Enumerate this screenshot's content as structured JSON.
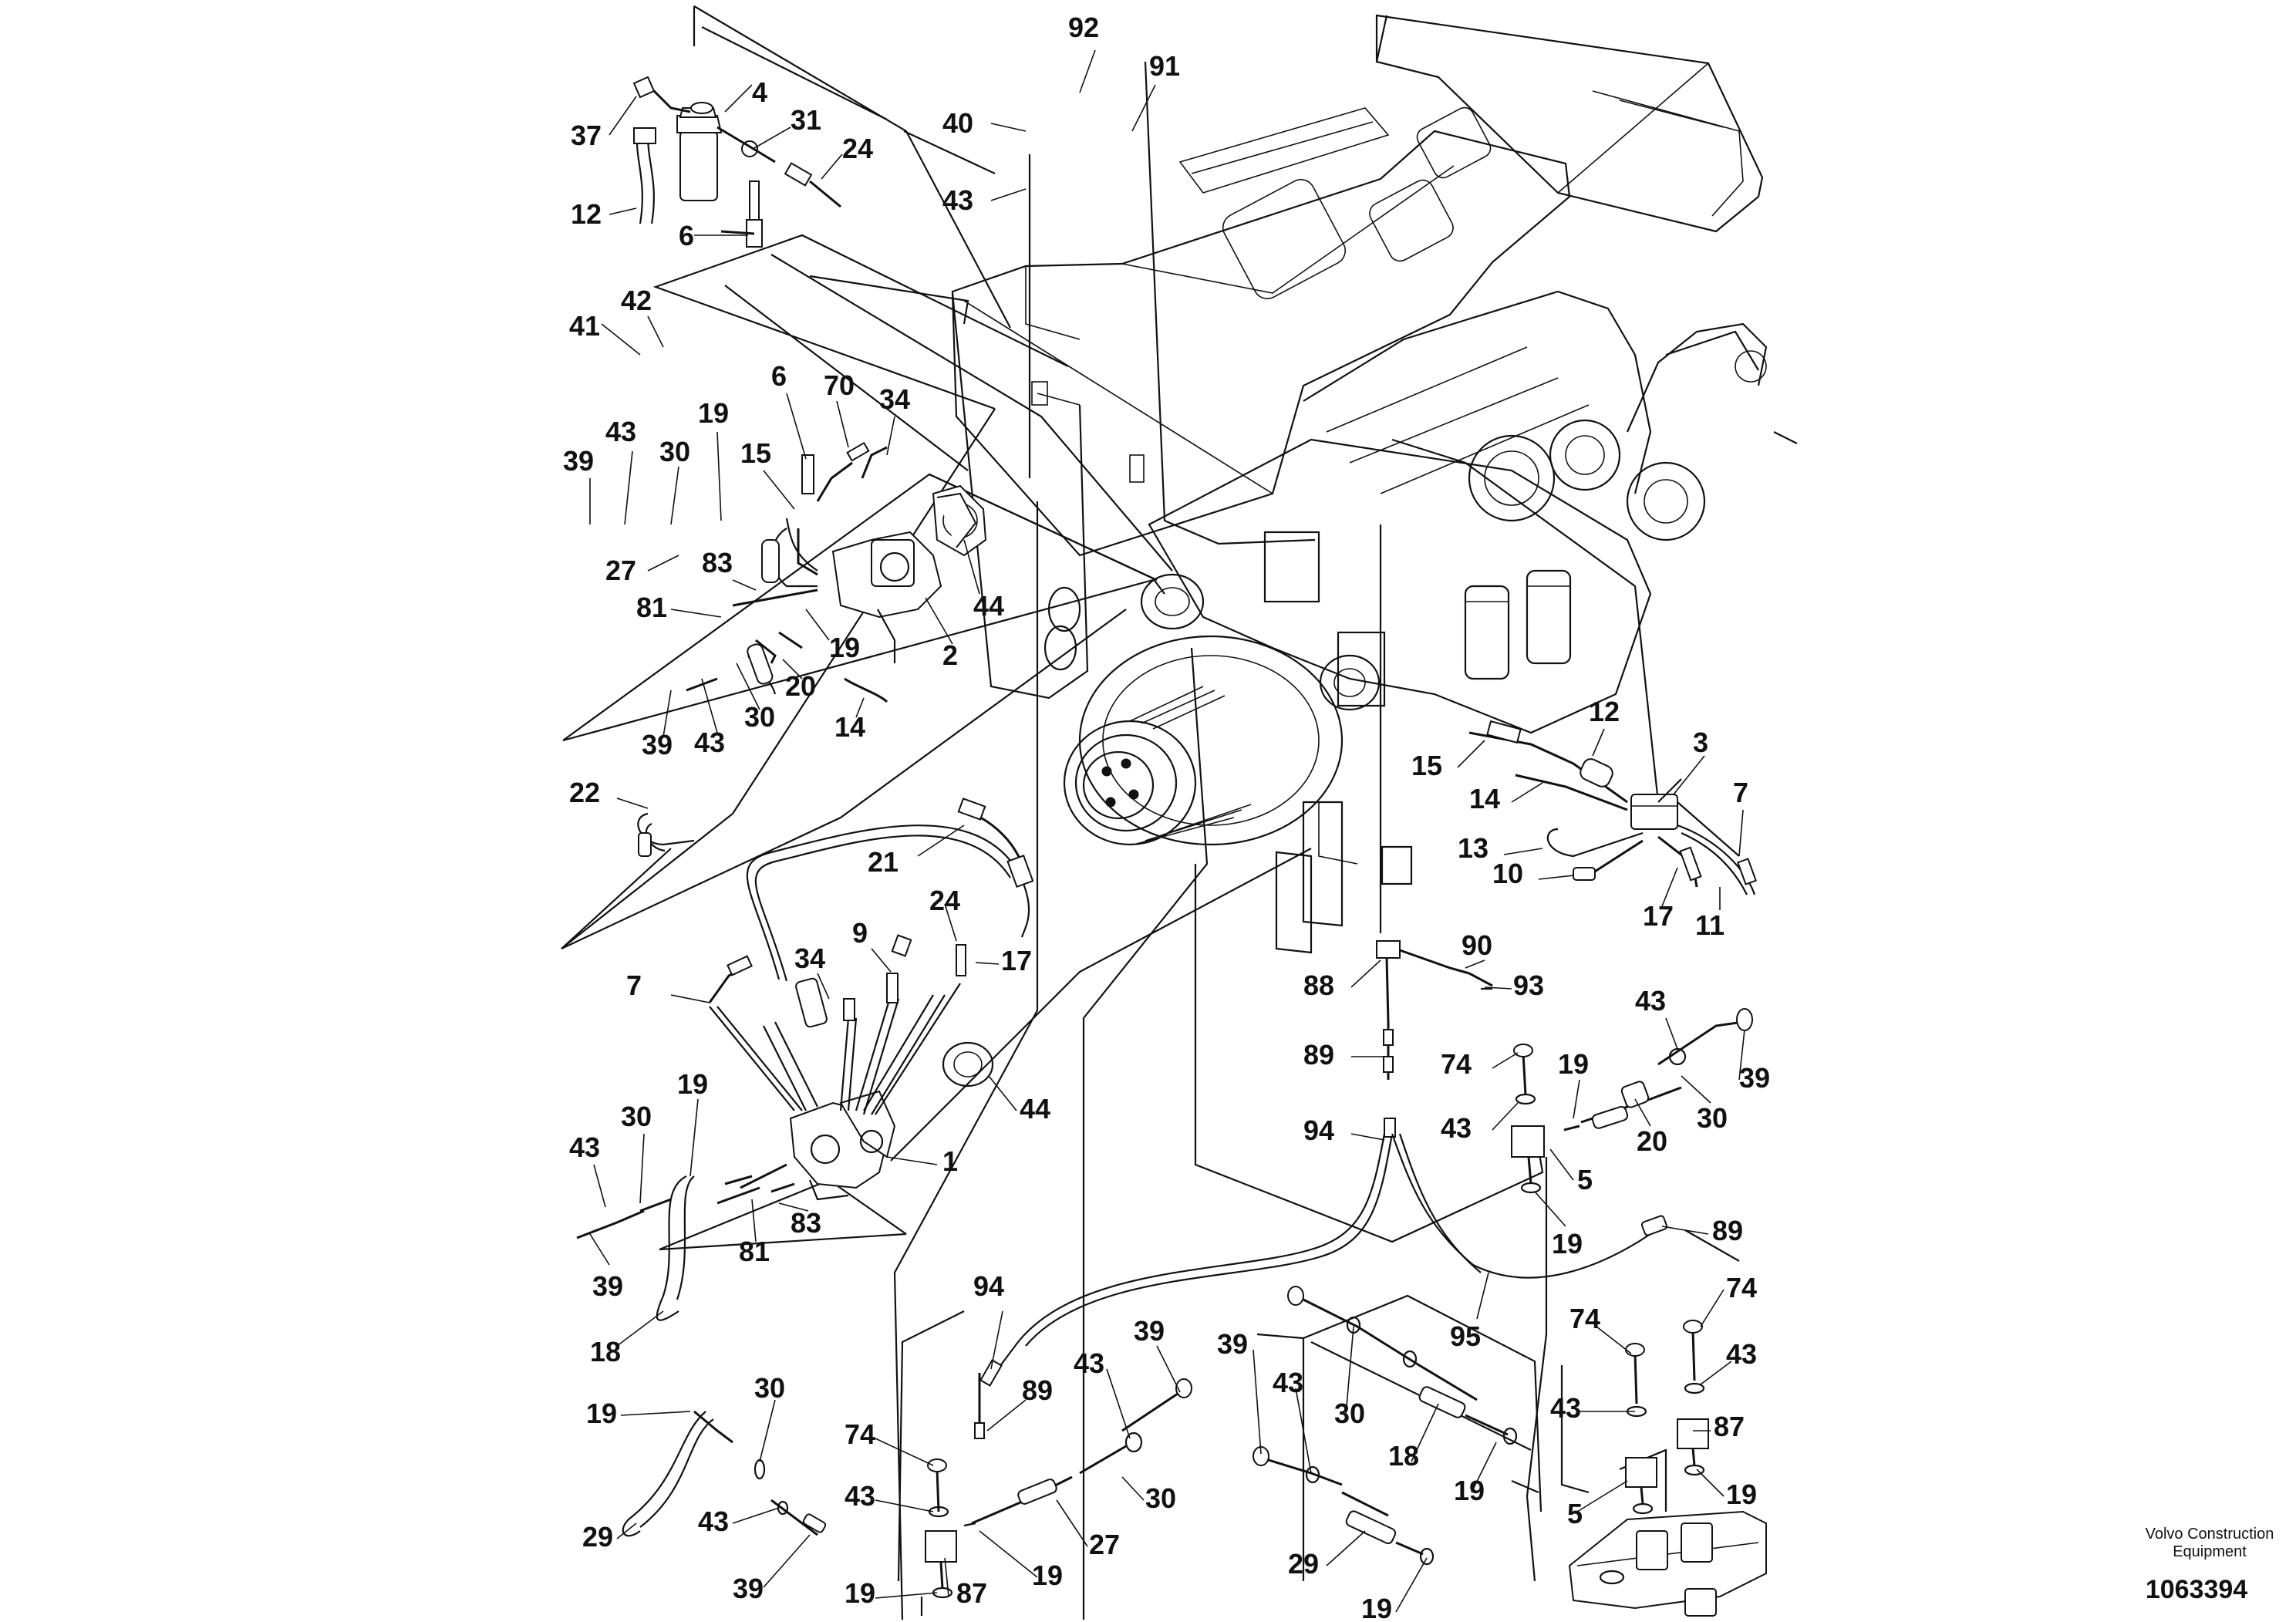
{
  "diagram": {
    "callouts": [
      {
        "id": "c92",
        "text": "92"
      },
      {
        "id": "c91",
        "text": "91"
      },
      {
        "id": "c40",
        "text": "40"
      },
      {
        "id": "c43a",
        "text": "43"
      },
      {
        "id": "c37",
        "text": "37"
      },
      {
        "id": "c4",
        "text": "4"
      },
      {
        "id": "c31",
        "text": "31"
      },
      {
        "id": "c24a",
        "text": "24"
      },
      {
        "id": "c12a",
        "text": "12"
      },
      {
        "id": "c6a",
        "text": "6"
      },
      {
        "id": "c41",
        "text": "41"
      },
      {
        "id": "c42",
        "text": "42"
      },
      {
        "id": "c6b",
        "text": "6"
      },
      {
        "id": "c70",
        "text": "70"
      },
      {
        "id": "c34a",
        "text": "34"
      },
      {
        "id": "c39a",
        "text": "39"
      },
      {
        "id": "c43b",
        "text": "43"
      },
      {
        "id": "c30a",
        "text": "30"
      },
      {
        "id": "c19a",
        "text": "19"
      },
      {
        "id": "c15a",
        "text": "15"
      },
      {
        "id": "c27a",
        "text": "27"
      },
      {
        "id": "c83a",
        "text": "83"
      },
      {
        "id": "c81a",
        "text": "81"
      },
      {
        "id": "c44a",
        "text": "44"
      },
      {
        "id": "c2",
        "text": "2"
      },
      {
        "id": "c19b",
        "text": "19"
      },
      {
        "id": "c20a",
        "text": "20"
      },
      {
        "id": "c39b",
        "text": "39"
      },
      {
        "id": "c43c",
        "text": "43"
      },
      {
        "id": "c30b",
        "text": "30"
      },
      {
        "id": "c14a",
        "text": "14"
      },
      {
        "id": "c22",
        "text": "22"
      },
      {
        "id": "c21",
        "text": "21"
      },
      {
        "id": "c12b",
        "text": "12"
      },
      {
        "id": "c3",
        "text": "3"
      },
      {
        "id": "c15b",
        "text": "15"
      },
      {
        "id": "c14b",
        "text": "14"
      },
      {
        "id": "c7b",
        "text": "7"
      },
      {
        "id": "c13",
        "text": "13"
      },
      {
        "id": "c10",
        "text": "10"
      },
      {
        "id": "c17b",
        "text": "17"
      },
      {
        "id": "c11",
        "text": "11"
      },
      {
        "id": "c24b",
        "text": "24"
      },
      {
        "id": "c34b",
        "text": "34"
      },
      {
        "id": "c9",
        "text": "9"
      },
      {
        "id": "c17a",
        "text": "17"
      },
      {
        "id": "c7a",
        "text": "7"
      },
      {
        "id": "c44b",
        "text": "44"
      },
      {
        "id": "c19c",
        "text": "19"
      },
      {
        "id": "c30c",
        "text": "30"
      },
      {
        "id": "c43d",
        "text": "43"
      },
      {
        "id": "c1",
        "text": "1"
      },
      {
        "id": "c83b",
        "text": "83"
      },
      {
        "id": "c81b",
        "text": "81"
      },
      {
        "id": "c39c",
        "text": "39"
      },
      {
        "id": "c18a",
        "text": "18"
      },
      {
        "id": "c90",
        "text": "90"
      },
      {
        "id": "c88",
        "text": "88"
      },
      {
        "id": "c93",
        "text": "93"
      },
      {
        "id": "c89a",
        "text": "89"
      },
      {
        "id": "c94a",
        "text": "94"
      },
      {
        "id": "c74a",
        "text": "74"
      },
      {
        "id": "c43e",
        "text": "43"
      },
      {
        "id": "c19d",
        "text": "19"
      },
      {
        "id": "c43f",
        "text": "43"
      },
      {
        "id": "c39d",
        "text": "39"
      },
      {
        "id": "c20b",
        "text": "20"
      },
      {
        "id": "c30d",
        "text": "30"
      },
      {
        "id": "c5a",
        "text": "5"
      },
      {
        "id": "c19e",
        "text": "19"
      },
      {
        "id": "c89b",
        "text": "89"
      },
      {
        "id": "c95",
        "text": "95"
      },
      {
        "id": "c74b",
        "text": "74"
      },
      {
        "id": "c74c",
        "text": "74"
      },
      {
        "id": "c43g",
        "text": "43"
      },
      {
        "id": "c43h",
        "text": "43"
      },
      {
        "id": "c87a",
        "text": "87"
      },
      {
        "id": "c5b",
        "text": "5"
      },
      {
        "id": "c19f",
        "text": "19"
      },
      {
        "id": "c94b",
        "text": "94"
      },
      {
        "id": "c39e",
        "text": "39"
      },
      {
        "id": "c43i",
        "text": "43"
      },
      {
        "id": "c89c",
        "text": "89"
      },
      {
        "id": "c74d",
        "text": "74"
      },
      {
        "id": "c43j",
        "text": "43"
      },
      {
        "id": "c30e",
        "text": "30"
      },
      {
        "id": "c27b",
        "text": "27"
      },
      {
        "id": "c19g",
        "text": "19"
      },
      {
        "id": "c87b",
        "text": "87"
      },
      {
        "id": "c19h",
        "text": "19"
      },
      {
        "id": "c19i",
        "text": "19"
      },
      {
        "id": "c30f",
        "text": "30"
      },
      {
        "id": "c29a",
        "text": "29"
      },
      {
        "id": "c43k",
        "text": "43"
      },
      {
        "id": "c39f",
        "text": "39"
      },
      {
        "id": "c39g",
        "text": "39"
      },
      {
        "id": "c43l",
        "text": "43"
      },
      {
        "id": "c30g",
        "text": "30"
      },
      {
        "id": "c18b",
        "text": "18"
      },
      {
        "id": "c19j",
        "text": "19"
      },
      {
        "id": "c29b",
        "text": "29"
      },
      {
        "id": "c19k",
        "text": "19"
      }
    ],
    "footer": {
      "company_line1": "Volvo Construction",
      "company_line2": "Equipment",
      "drawing_number": "1063394"
    }
  }
}
